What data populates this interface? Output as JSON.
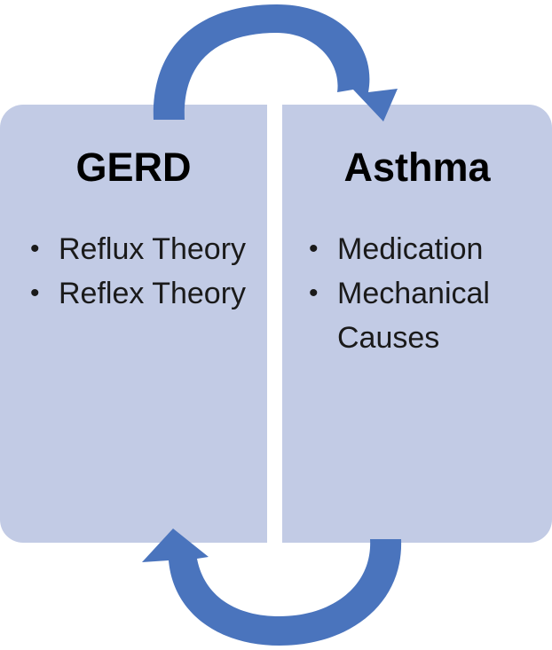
{
  "left_box": {
    "title": "GERD",
    "items": [
      "Reflux Theory",
      "Reflex Theory"
    ]
  },
  "right_box": {
    "title": "Asthma",
    "items": [
      "Medication",
      "Mechanical Causes"
    ]
  },
  "colors": {
    "box_fill": "#c2cbe5",
    "arrow_fill": "#4a74bd",
    "text": "#000000"
  },
  "arrows": {
    "top": "arrow-right",
    "bottom": "arrow-left"
  }
}
